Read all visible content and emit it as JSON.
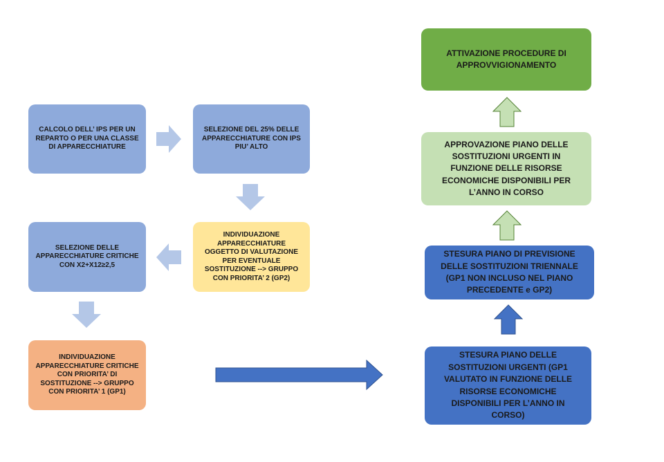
{
  "boxes": {
    "calcolo_ips": "CALCOLO DELL’ IPS PER UN REPARTO  O PER UNA CLASSE DI APPARECCHIATURE",
    "selezione_25": "SELEZIONE  DEL  25% DELLE APPARECCHIATURE   CON IPS PIU’  ALTO",
    "individuazione_gp2": "INDIVIDUAZIONE APPARECCHIATURE  OGGETTO DI VALUTAZIONE PER EVENTUALE SOSTITUZIONE --> GRUPPO CON PRIORITA’ 2 (GP2)",
    "selezione_critiche": "SELEZIONE  DELLE APPARECCHIATURE CRITICHE  CON X2+X12≥2,5",
    "individuazione_gp1": "INDIVIDUAZIONE APPARECCHIATURE CRITICHE CON PRIORITA’ DI SOSTITUZIONE --> GRUPPO CON PRIORITA’ 1 (GP1)",
    "stesura_urgenti": "STESURA PIANO DELLE SOSTITUZIONI URGENTI (GP1 VALUTATO IN FUNZIONE DELLE RISORSE ECONOMICHE DISPONIBILI PER L’ANNO IN CORSO)",
    "stesura_triennale": "STESURA PIANO DI PREVISIONE DELLE SOSTITUZIONI TRIENNALE (GP1 NON INCLUSO NEL PIANO PRECEDENTE e GP2)",
    "approvazione": "APPROVAZIONE PIANO DELLE SOSTITUZIONI URGENTI IN FUNZIONE DELLE RISORSE ECONOMICHE DISPONIBILI PER L’ANNO IN CORSO",
    "attivazione": "ATTIVAZIONE PROCEDURE DI APPROVVIGIONAMENTO"
  },
  "colors": {
    "blue_light": "#8eaadb",
    "yellow": "#ffe699",
    "orange": "#f4b183",
    "green_dark": "#70ad47",
    "green_light": "#c5e0b4",
    "blue_dark": "#4472c4",
    "arrow_light": "#b4c7e7",
    "arrow_dark": "#4472c4"
  }
}
